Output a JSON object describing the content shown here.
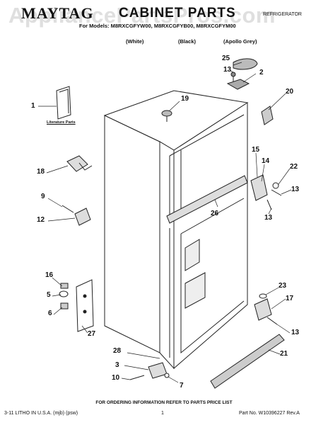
{
  "header": {
    "watermark": "AppliancePartsPros.com",
    "brand": "MAYTAG",
    "title": "CABINET PARTS",
    "doc_type": "REFRIGERATOR",
    "models_line": "For Models: M8RXCGFYW00, M8RXCGFYB00, M8RXCGFYM00",
    "variants": [
      "(White)",
      "(Black)",
      "(Apollo Grey)"
    ]
  },
  "literature_label": "Literature Parts",
  "callouts": {
    "c1": "1",
    "c2": "2",
    "c3": "3",
    "c5": "5",
    "c6": "6",
    "c7": "7",
    "c9": "9",
    "c10": "10",
    "c12": "12",
    "c13a": "13",
    "c13b": "13",
    "c13c": "13",
    "c13d": "13",
    "c14": "14",
    "c15": "15",
    "c16": "16",
    "c17": "17",
    "c18": "18",
    "c19": "19",
    "c20": "20",
    "c21": "21",
    "c22": "22",
    "c23": "23",
    "c25": "25",
    "c26": "26",
    "c27": "27",
    "c28": "28"
  },
  "footer": {
    "note": "FOR ORDERING INFORMATION REFER TO PARTS PRICE LIST",
    "litho": "3-11 LITHO IN U.S.A. (mjb) (psw)",
    "page": "1",
    "part_number": "Part No. W10396227 Rev.A"
  }
}
